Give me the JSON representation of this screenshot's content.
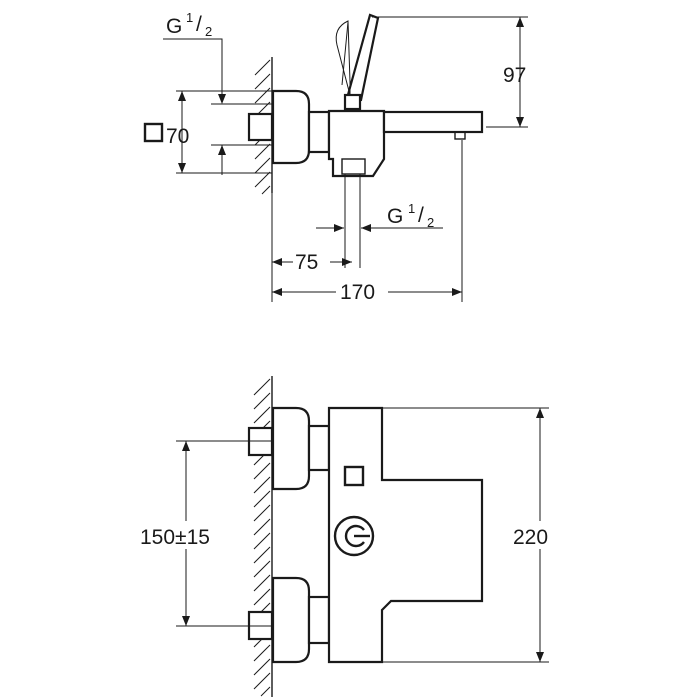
{
  "side_view": {
    "inlet_thread_top": {
      "base": "G",
      "num": "1",
      "den": "2"
    },
    "square_size": "70",
    "height_dim": "97",
    "outlet_thread": {
      "base": "G",
      "num": "1",
      "den": "2"
    },
    "depth_dim": "75",
    "projection_dim": "170"
  },
  "front_view": {
    "inlet_spacing": "150±15",
    "height_dim": "220"
  }
}
